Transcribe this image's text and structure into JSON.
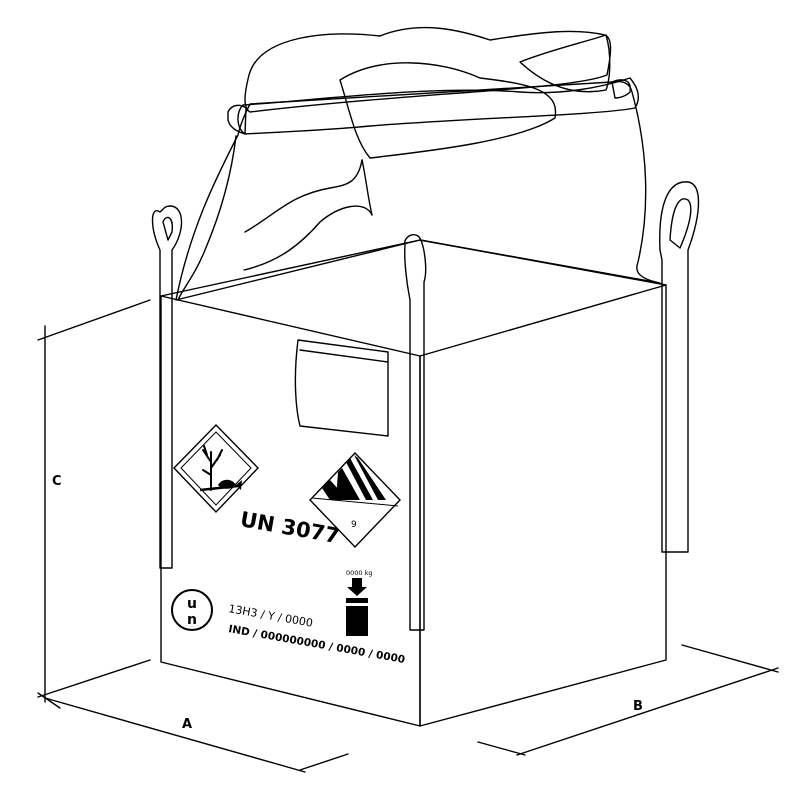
{
  "dimensions": {
    "a": "A",
    "b": "B",
    "c": "C"
  },
  "marking": {
    "un_number": "UN 3077",
    "un_logo_top": "u",
    "un_logo_bottom": "n",
    "spec_code": "13H3 / Y / 0000",
    "ind_code": "IND / 000000000 / 0000 / 0000",
    "max_load": "0000 kg",
    "class_number": "9"
  },
  "colors": {
    "loops": "#8a8a8a",
    "liner": "#bfeeee",
    "liner_inner": "#c3d6d6",
    "liner_shade": "#8fd9d9",
    "ghs_border": "#000000"
  },
  "icons": {
    "environment_hazard": "dead-tree-fish-icon",
    "class9_label": "class-9-hazard-diamond-icon",
    "max_load": "max-stack-load-icon",
    "un_packaging": "un-packaging-symbol-icon"
  }
}
